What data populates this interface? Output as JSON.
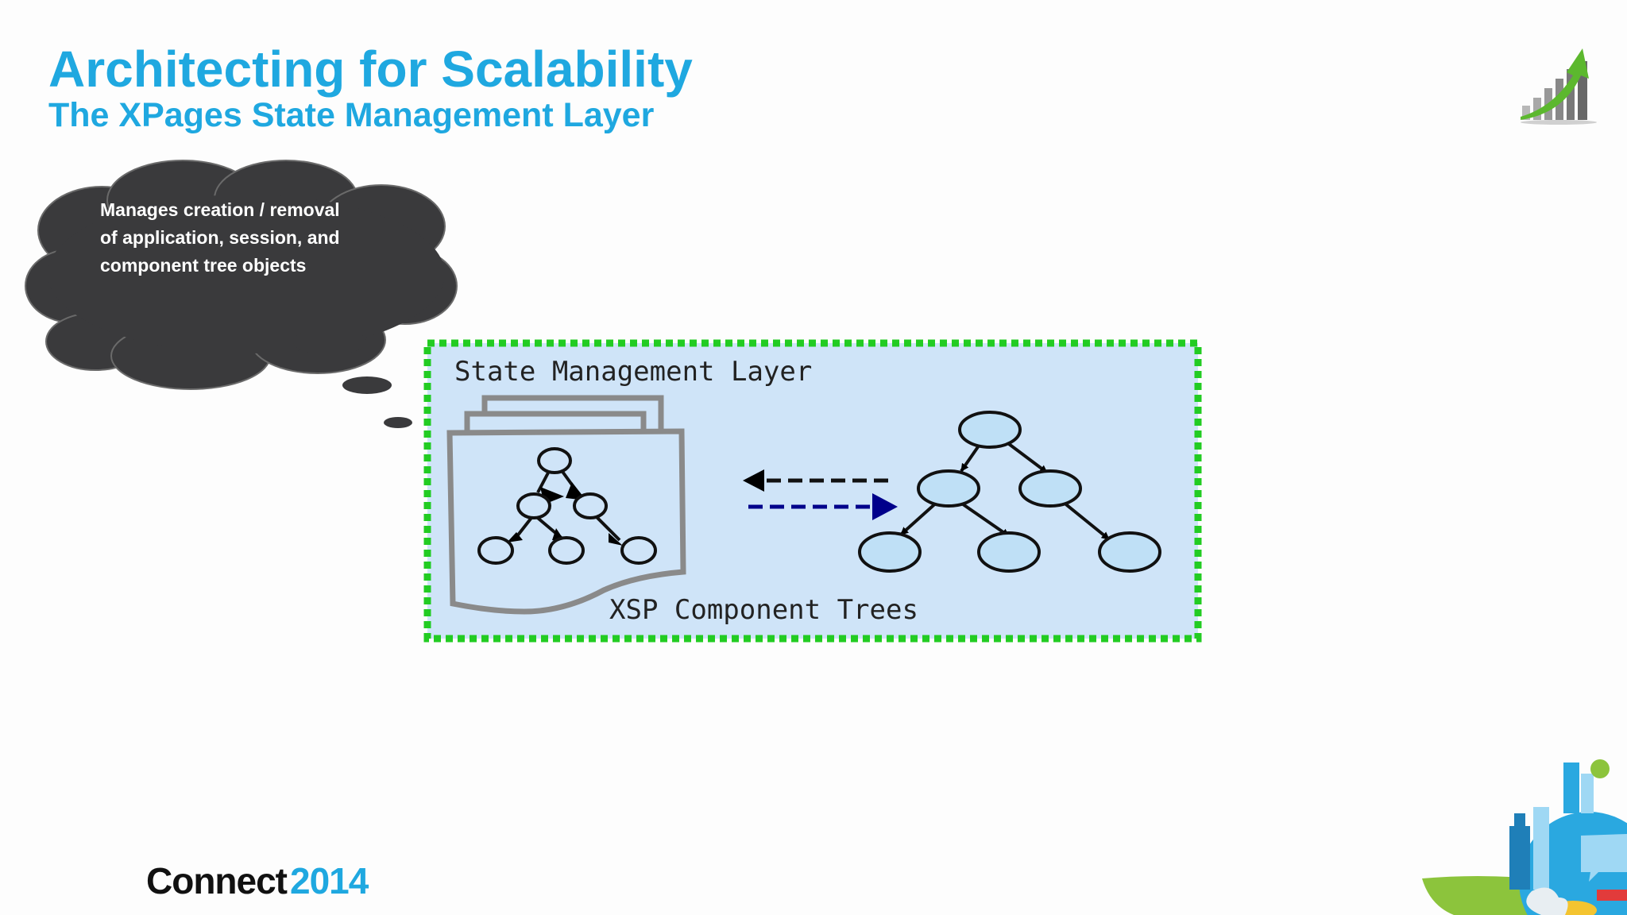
{
  "slide": {
    "title": "Architecting for Scalability",
    "subtitle": "The XPages State Management Layer",
    "thought_bubble": {
      "lines": [
        "Manages creation / removal",
        "of application, session, and",
        "component tree objects"
      ]
    },
    "diagram": {
      "layer_label": "State Management Layer",
      "trees_label": "XSP Component Trees"
    },
    "footer": {
      "brand_word": "Connect",
      "brand_year": "2014"
    }
  },
  "icons": [
    "growth-chart-icon",
    "city-globe-icon"
  ],
  "colors": {
    "accent": "#1fa8e0",
    "bubble": "#3a3a3c",
    "layer_border": "#22cc22",
    "layer_fill": "#cfe4f8",
    "node_fill": "#bfe0f6",
    "arrow_blue": "#00008b"
  }
}
